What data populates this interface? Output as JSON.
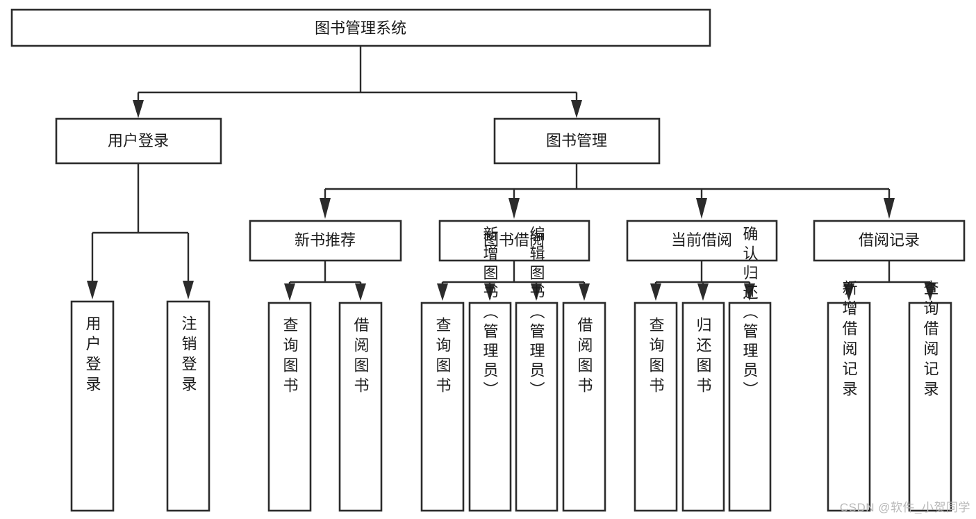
{
  "diagram": {
    "title": "图书管理系统",
    "watermark": "CSDN @软件_小贺同学",
    "accent_color": "#2b2b2b",
    "background_color": "#ffffff",
    "nodes": {
      "root": "图书管理系统",
      "level1": {
        "user_login": "用户登录",
        "book_management": "图书管理"
      },
      "level2": {
        "new_book_recommend": "新书推荐",
        "book_borrow": "图书借阅",
        "current_borrow": "当前借阅",
        "borrow_record": "借阅记录"
      },
      "leaves": {
        "user_login_1": "用户登录",
        "user_login_2": "注销登录",
        "new_book_1": "查询图书",
        "new_book_2": "借阅图书",
        "book_borrow_1": "查询图书",
        "book_borrow_2": "新增图书（管理员）",
        "book_borrow_3": "编辑图书（管理员）",
        "book_borrow_4": "借阅图书",
        "current_borrow_1": "查询图书",
        "current_borrow_2": "归还图书",
        "current_borrow_3": "确认归还（管理员）",
        "borrow_record_1": "新增借阅记录",
        "borrow_record_2": "查询借阅记录"
      }
    }
  }
}
